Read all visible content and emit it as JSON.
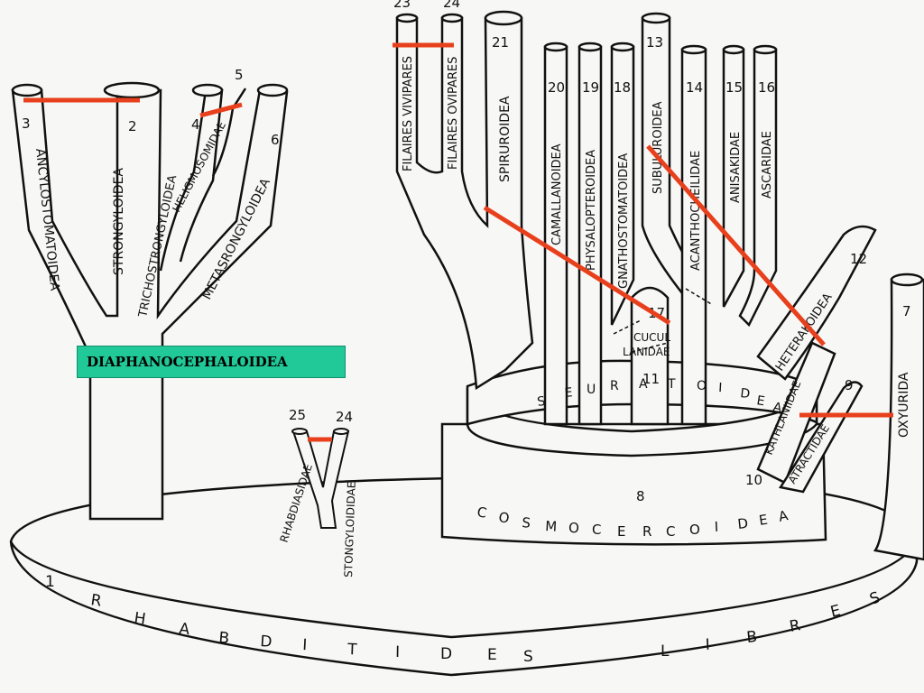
{
  "highlight_label": "DIAPHANOCEPHALOIDEA",
  "colors": {
    "highlight_bg": "#20c997",
    "marker": "#e8401c",
    "ink": "#111111",
    "paper": "#f7f7f5"
  },
  "base": {
    "number": "1",
    "letters": [
      "R",
      "H",
      "A",
      "B",
      "D",
      "I",
      "T",
      "I",
      "D",
      "E",
      "S",
      "L",
      "I",
      "B",
      "R",
      "E",
      "S"
    ]
  },
  "cosmo": {
    "number": "8",
    "letters": [
      "C",
      "O",
      "S",
      "M",
      "O",
      "C",
      "E",
      "R",
      "C",
      "O",
      "I",
      "D",
      "E",
      "A"
    ]
  },
  "seur": {
    "letters": [
      "S",
      "E",
      "U",
      "R",
      "A",
      "T",
      "O",
      "I",
      "D",
      "E",
      "A"
    ]
  },
  "branches": {
    "b3": {
      "num": "3",
      "name": "ANCYLOSTOMATOIDEA"
    },
    "b2": {
      "num": "2",
      "name": "STRONGYLOIDEA"
    },
    "b4": {
      "num": "4",
      "name": "TRICHOSTRONGYLOIDEA"
    },
    "b5": {
      "num": "5",
      "name": "HELIGMOSOMIDAE"
    },
    "b6": {
      "num": "6",
      "name": "METASRONGYLOIDEA"
    },
    "b23": {
      "num": "23",
      "name": "FILAIRES VIVIPARES"
    },
    "b24": {
      "num": "24",
      "name": "FILAIRES OVIPARES"
    },
    "b21": {
      "num": "21",
      "name": "SPIRUROIDEA"
    },
    "b20": {
      "num": "20",
      "name": "CAMALLANOIDEA"
    },
    "b19": {
      "num": "19",
      "name": "PHYSALOPTEROIDEA"
    },
    "b18": {
      "num": "18",
      "name": "GNATHOSTOMATOIDEA"
    },
    "b13": {
      "num": "13",
      "name": "SUBULUROIDEA"
    },
    "b14": {
      "num": "14",
      "name": "ACANTHOCHEILIDAE"
    },
    "b15": {
      "num": "15",
      "name": "ANISAKIDAE"
    },
    "b16": {
      "num": "16",
      "name": "ASCARIDAE"
    },
    "b17": {
      "num": "17",
      "name": "CUCULLANIDAE",
      "line1": "CUCUL",
      "line2": "LANIDAE"
    },
    "b11": {
      "num": "11"
    },
    "b12": {
      "num": "12",
      "name": "HETERAKOIDEA"
    },
    "b10": {
      "num": "10",
      "name": "KATHLANIIDAE"
    },
    "b9": {
      "num": "9",
      "name": "ATRACTIDAE"
    },
    "b7": {
      "num": "7",
      "name": "OXYURIDA"
    },
    "b25": {
      "num": "25",
      "name": "RHABDIASIDAE"
    },
    "b24b": {
      "num": "24",
      "name": "STONGYLOIDIDAE"
    }
  }
}
